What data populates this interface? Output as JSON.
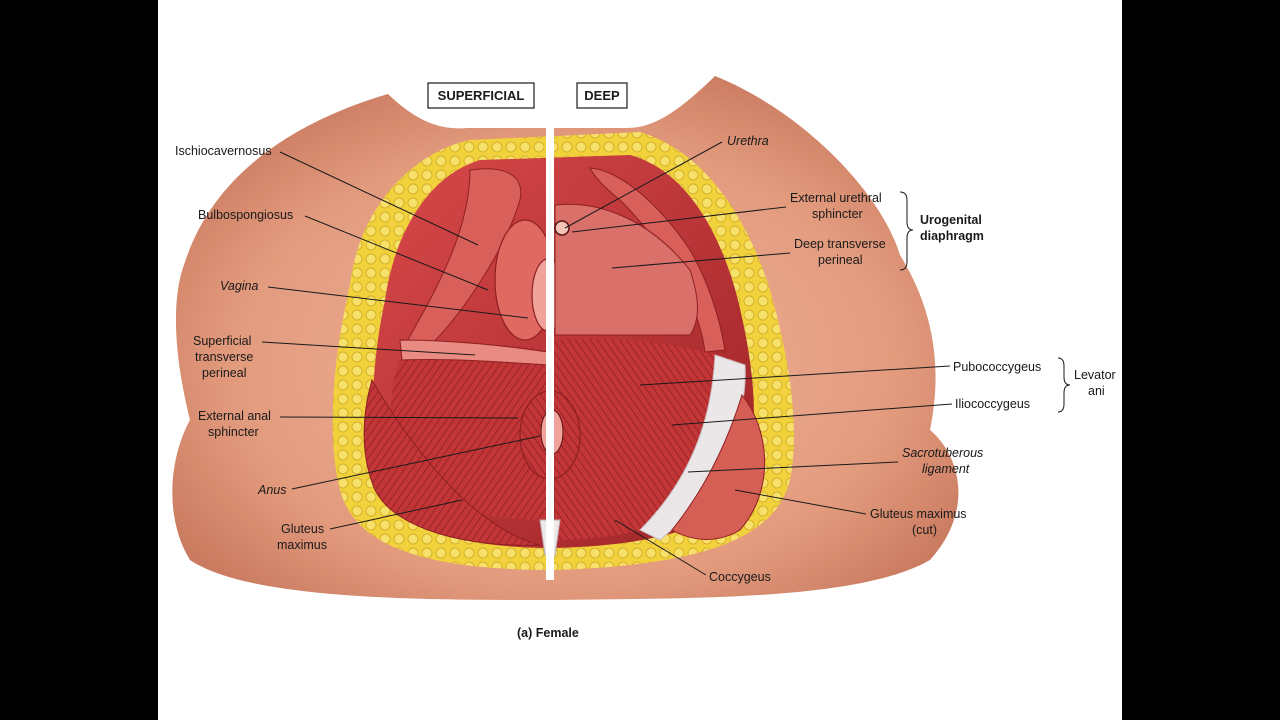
{
  "panels": {
    "superficial": "SUPERFICIAL",
    "deep": "DEEP"
  },
  "caption": "(a) Female",
  "labels_left": {
    "ischiocavernosus": "Ischiocavernosus",
    "bulbospongiosus": "Bulbospongiosus",
    "vagina": "Vagina",
    "superficial_transverse_perineal": [
      "Superficial",
      "transverse",
      "perineal"
    ],
    "external_anal_sphincter": [
      "External anal",
      "sphincter"
    ],
    "anus": "Anus",
    "gluteus_maximus": [
      "Gluteus",
      "maximus"
    ]
  },
  "labels_right": {
    "urethra": "Urethra",
    "external_urethral_sphincter": [
      "External urethral",
      "sphincter"
    ],
    "deep_transverse_perineal": [
      "Deep transverse",
      "perineal"
    ],
    "urogenital_diaphragm": [
      "Urogenital",
      "diaphragm"
    ],
    "pubococcygeus": "Pubococcygeus",
    "iliococcygeus": "Iliococcygeus",
    "levator_ani": [
      "Levator",
      "ani"
    ],
    "sacrotuberous_ligament": [
      "Sacrotuberous",
      "ligament"
    ],
    "gluteus_maximus_cut": [
      "Gluteus maximus",
      "(cut)"
    ],
    "coccygeus": "Coccygeus"
  },
  "colors": {
    "skin": "#e8a487",
    "skin_shadow": "#d4876a",
    "fat": "#f2d23c",
    "muscle": "#c8373a",
    "muscle_dark": "#8e1f22",
    "ligament": "#e9e4e6"
  }
}
